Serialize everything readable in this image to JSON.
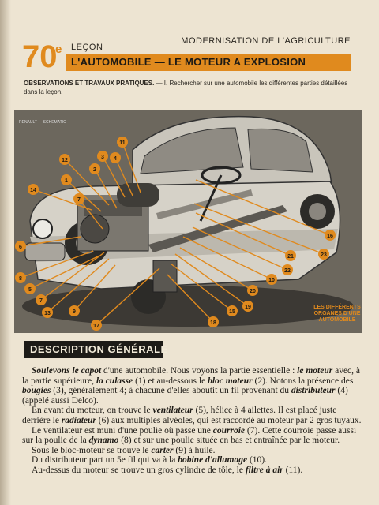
{
  "header": {
    "subject": "MODERNISATION DE L'AGRICULTURE"
  },
  "lesson": {
    "number": "70",
    "sup": "e",
    "word": "LEÇON"
  },
  "title": "L'AUTOMOBILE — LE MOTEUR A EXPLOSION",
  "observations": {
    "label": "OBSERVATIONS ET TRAVAUX PRATIQUES.",
    "text": " — I. Rechercher sur une automobile les différentes parties détaillées dans la leçon."
  },
  "figure": {
    "copyright": "RENAULT — SCHEMATIC",
    "caption": "LES DIFFÉRENTS ORGANES D'UNE AUTOMOBILE",
    "labels": [
      "11",
      "12",
      "3",
      "4",
      "2",
      "1",
      "7",
      "14",
      "16",
      "6",
      "23",
      "21",
      "22",
      "10",
      "8",
      "5",
      "20",
      "19",
      "13",
      "9",
      "7",
      "15",
      "17",
      "18"
    ]
  },
  "section": "DESCRIPTION GÉNÉRALE",
  "body": {
    "p1": {
      "a": "Soulevons le capot",
      "b": " d'une automobile. Nous voyons la partie essentielle : ",
      "c": "le moteur",
      "d": " avec, à la partie supérieure, ",
      "e": "la culasse",
      "f": " (1) et au-dessous le ",
      "g": "bloc moteur",
      "h": " (2). Notons la présence des ",
      "i": "bougies",
      "j": " (3), généralement 4; à chacune d'elles aboutit un fil provenant du ",
      "k": "distributeur",
      "l": " (4) (appelé aussi Delco)."
    },
    "p2": {
      "a": "En avant du moteur, on trouve le ",
      "b": "ventilateur",
      "c": " (5), hélice à 4 ailettes. Il est placé juste derrière le ",
      "d": "radiateur",
      "e": " (6) aux multiples alvéoles, qui est raccordé au moteur par 2 gros tuyaux."
    },
    "p3": {
      "a": "Le ventilateur est muni d'une poulie où passe une ",
      "b": "courroie",
      "c": " (7). Cette courroie passe aussi sur la poulie de la ",
      "d": "dynamo",
      "e": " (8) et sur une poulie située en bas et entraînée par le moteur."
    },
    "p4": {
      "a": "Sous le bloc-moteur se trouve le ",
      "b": "carter",
      "c": " (9) à huile."
    },
    "p5": {
      "a": "Du distributeur part un 5e fil qui va à la ",
      "b": "bobine d'allumage",
      "c": " (10)."
    },
    "p6": {
      "a": "Au-dessus du moteur se trouve un gros cylindre de tôle, le ",
      "b": "filtre à air",
      "c": " (11)."
    }
  }
}
